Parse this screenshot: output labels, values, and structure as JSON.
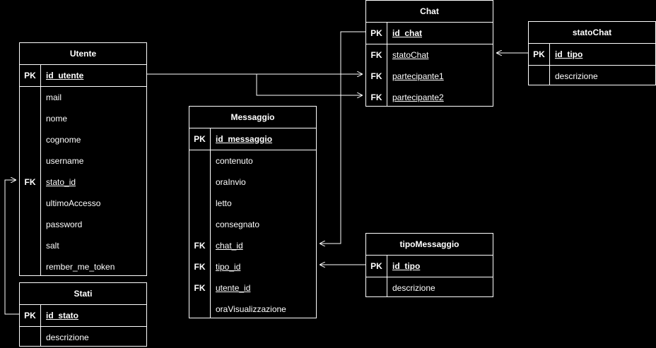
{
  "entities": {
    "chat": {
      "title": "Chat",
      "rows": [
        {
          "key": "PK",
          "name": "id_chat"
        },
        {
          "key": "FK",
          "name": "statoChat"
        },
        {
          "key": "FK",
          "name": "partecipante1"
        },
        {
          "key": "FK",
          "name": "partecipante2"
        }
      ]
    },
    "statoChat": {
      "title": "statoChat",
      "rows": [
        {
          "key": "PK",
          "name": "id_tipo"
        },
        {
          "key": "",
          "name": "descrizione"
        }
      ]
    },
    "utente": {
      "title": "Utente",
      "rows": [
        {
          "key": "PK",
          "name": "id_utente"
        },
        {
          "key": "",
          "name": "mail"
        },
        {
          "key": "",
          "name": "nome"
        },
        {
          "key": "",
          "name": "cognome"
        },
        {
          "key": "",
          "name": "username"
        },
        {
          "key": "FK",
          "name": "stato_id"
        },
        {
          "key": "",
          "name": "ultimoAccesso"
        },
        {
          "key": "",
          "name": "password"
        },
        {
          "key": "",
          "name": "salt"
        },
        {
          "key": "",
          "name": "rember_me_token"
        }
      ]
    },
    "messaggio": {
      "title": "Messaggio",
      "rows": [
        {
          "key": "PK",
          "name": "id_messaggio"
        },
        {
          "key": "",
          "name": "contenuto"
        },
        {
          "key": "",
          "name": "oraInvio"
        },
        {
          "key": "",
          "name": "letto"
        },
        {
          "key": "",
          "name": "consegnato"
        },
        {
          "key": "FK",
          "name": "chat_id"
        },
        {
          "key": "FK",
          "name": "tipo_id"
        },
        {
          "key": "FK",
          "name": "utente_id"
        },
        {
          "key": "",
          "name": "oraVisualizzazione"
        }
      ]
    },
    "tipoMessaggio": {
      "title": "tipoMessaggio",
      "rows": [
        {
          "key": "PK",
          "name": "id_tipo"
        },
        {
          "key": "",
          "name": "descrizione"
        }
      ]
    },
    "stati": {
      "title": "Stati",
      "rows": [
        {
          "key": "PK",
          "name": "id_stato"
        },
        {
          "key": "",
          "name": "descrizione"
        }
      ]
    }
  }
}
